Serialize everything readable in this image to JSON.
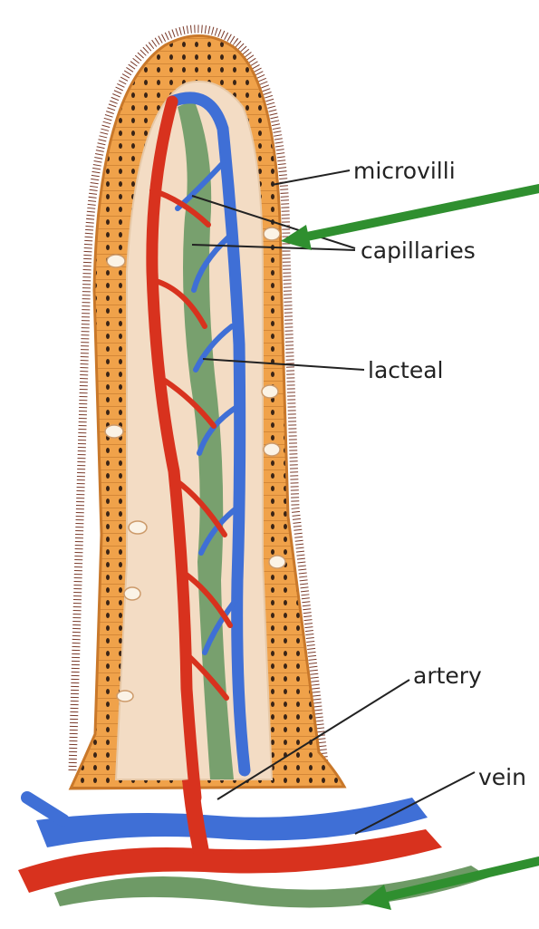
{
  "labels": {
    "microvilli": "microvilli",
    "capillaries": "capillaries",
    "lacteal": "lacteal",
    "artery": "artery",
    "vein": "vein"
  },
  "colors": {
    "epithelium": "#f0a24a",
    "epithelium_edge": "#c9782a",
    "core": "#f3dcc4",
    "artery": "#d8321e",
    "vein": "#3f6fd6",
    "lacteal": "#6e9a66",
    "pointer_arrow": "#2f8f2f"
  }
}
